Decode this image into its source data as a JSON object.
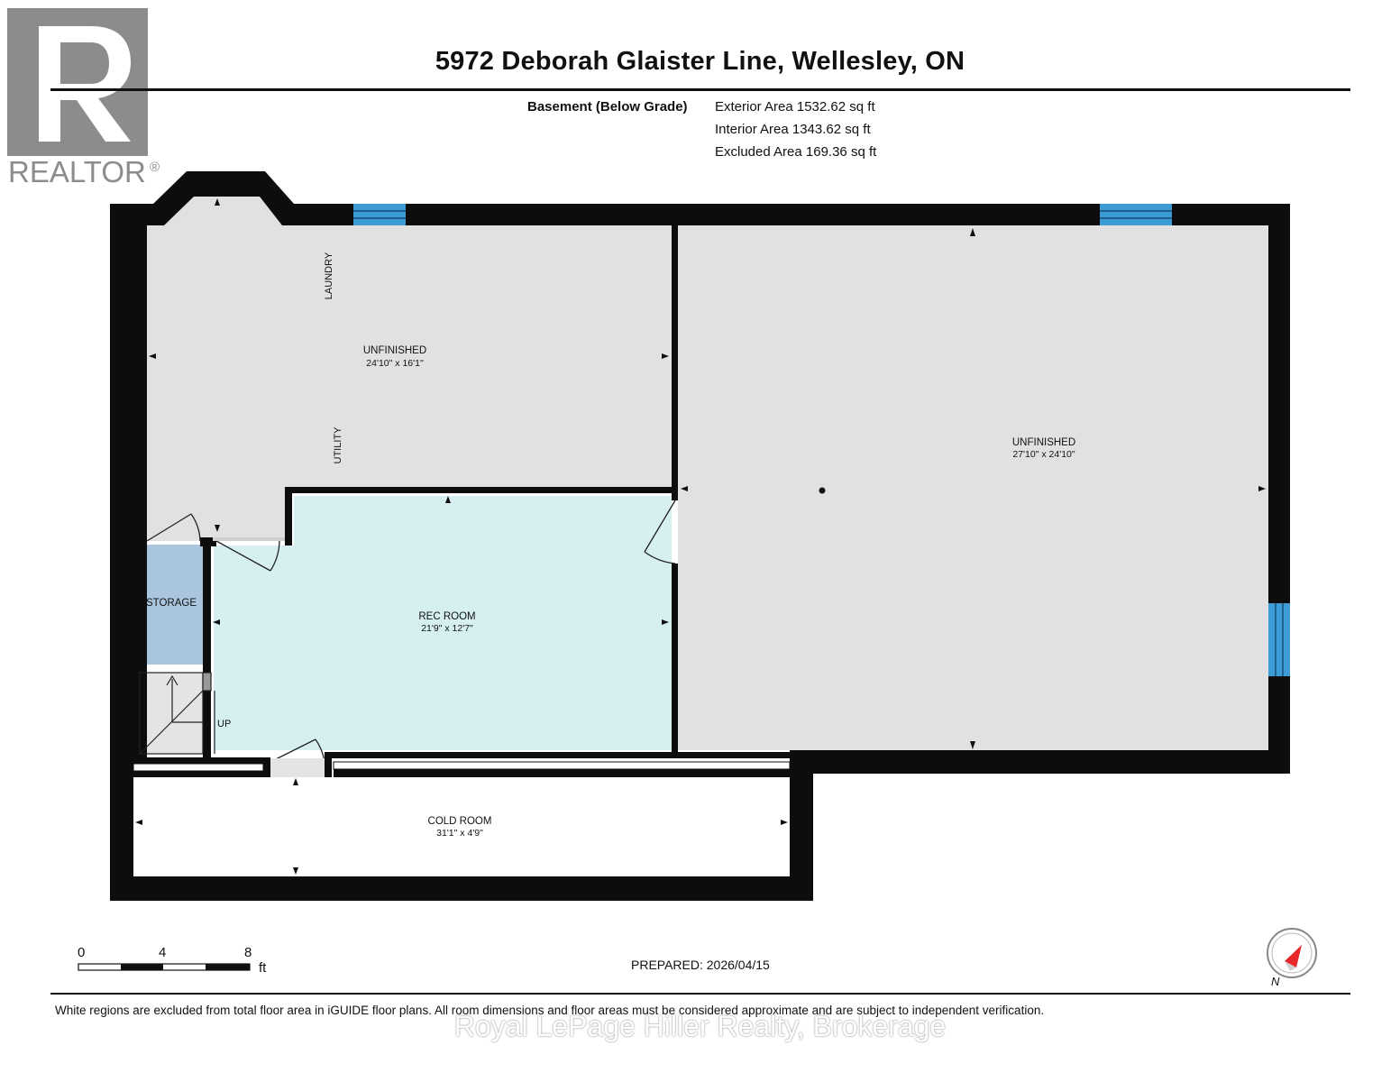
{
  "title": "5972 Deborah Glaister Line, Wellesley, ON",
  "level": {
    "name": "Basement (Below Grade)",
    "exterior_area": "Exterior Area 1532.62 sq ft",
    "interior_area": "Interior Area 1343.62 sq ft",
    "excluded_area": "Excluded Area 169.36 sq ft"
  },
  "rooms": {
    "unfinished_west": {
      "label": "UNFINISHED",
      "dims": "24'10\" x 16'1\""
    },
    "unfinished_east": {
      "label": "UNFINISHED",
      "dims": "27'10\" x 24'10\""
    },
    "rec_room": {
      "label": "REC ROOM",
      "dims": "21'9\" x 12'7\""
    },
    "storage": {
      "label": "STORAGE"
    },
    "cold_room": {
      "label": "COLD ROOM",
      "dims": "31'1\" x 4'9\""
    }
  },
  "annotations": {
    "laundry": "LAUNDRY",
    "utility": "UTILITY",
    "stairs": "UP"
  },
  "scale": {
    "ticks": [
      "0",
      "4",
      "8"
    ],
    "unit": "ft"
  },
  "compass": {
    "label": "N",
    "color": "#e8262b"
  },
  "prepared": "PREPARED: 2026/04/15",
  "disclaimer": "White regions are excluded from total floor area in iGUIDE floor plans. All room dimensions and floor areas must be considered approximate and are subject to independent verification.",
  "watermark": "Royal LePage Hiller Realty, Brokerage",
  "logo": {
    "text": "REALTOR",
    "mark": "®",
    "color": "#8c8c8c"
  },
  "colors": {
    "wall": "#0d0d0d",
    "unfinished": "#e1e1e1",
    "rec_room": "#d6f0f2",
    "storage": "#a9c6de",
    "window": "#3d9bd6"
  }
}
